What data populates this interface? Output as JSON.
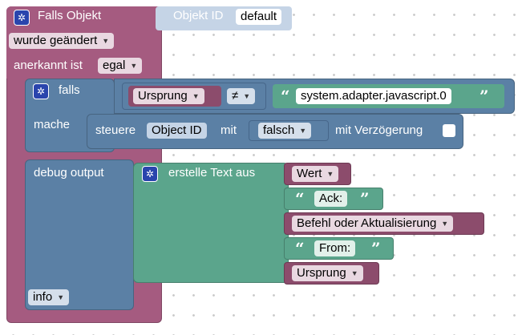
{
  "trigger": {
    "title": "Falls Objekt",
    "object_id_label": "Objekt ID",
    "object_id_value": "default",
    "changed_dropdown": "wurde geändert",
    "ack_label": "anerkannt ist",
    "ack_dropdown": "egal"
  },
  "if_block": {
    "label": "falls",
    "do_label": "mache",
    "operand_left": "Ursprung",
    "operator": "≠",
    "operand_right": "system.adapter.javascript.0"
  },
  "control": {
    "label": "steuere",
    "object_id_label": "Object ID",
    "with_label": "mit",
    "value_dropdown": "falsch",
    "delay_label": "mit Verzögerung"
  },
  "debug": {
    "label": "debug output",
    "level_dropdown": "info"
  },
  "text_join": {
    "label": "erstelle Text aus",
    "items": [
      {
        "kind": "dropdown",
        "text": "Wert"
      },
      {
        "kind": "text",
        "text": "Ack:"
      },
      {
        "kind": "dropdown",
        "text": "Befehl oder Aktualisierung"
      },
      {
        "kind": "text",
        "text": "From:"
      },
      {
        "kind": "dropdown",
        "text": "Ursprung"
      }
    ]
  },
  "icons": {
    "gear": "gear-icon",
    "quote_open": "“",
    "quote_close": "”",
    "arrow": "▼"
  },
  "colors": {
    "trigger": "#a55b80",
    "logic": "#5b80a5",
    "text": "#5ba58c",
    "gear": "#2a45ad"
  }
}
